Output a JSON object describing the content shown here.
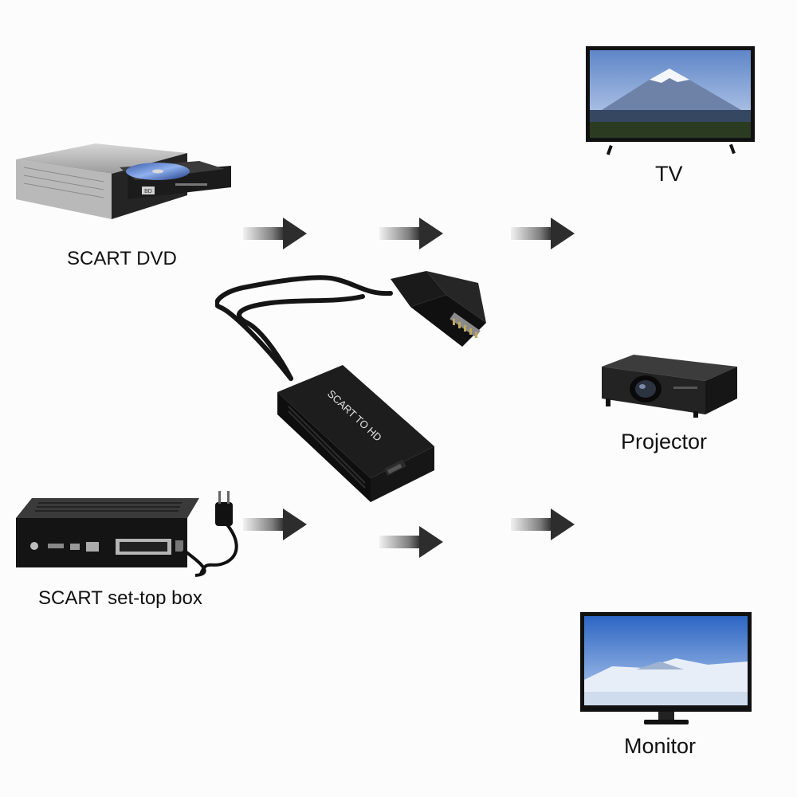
{
  "sources": {
    "dvd": {
      "label": "SCART DVD",
      "disc_label": "BD"
    },
    "set_top_box": {
      "label": "SCART set-top box"
    }
  },
  "adapter": {
    "label": "SCART TO HD"
  },
  "outputs": {
    "tv": {
      "label": "TV"
    },
    "projector": {
      "label": "Projector"
    },
    "monitor": {
      "label": "Monitor"
    }
  },
  "colors": {
    "background": "#fcfcfc",
    "arrow": "#2d2d2d",
    "device_dark": "#141414",
    "screen_sky": "#7fa3d8"
  },
  "icons": {
    "flow_arrow": "arrow-right-icon",
    "power_plug": "power-plug-icon"
  }
}
